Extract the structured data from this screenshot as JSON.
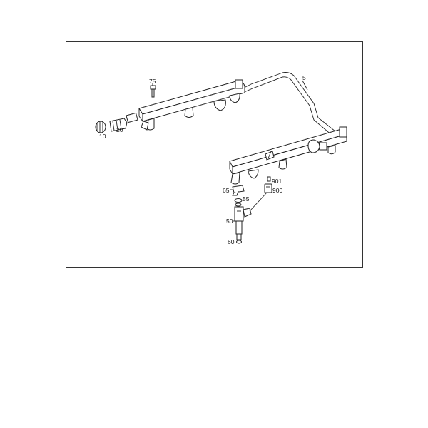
{
  "diagram": {
    "callouts": {
      "c5": "5",
      "c10": "10",
      "c20": "20",
      "c50": "50",
      "c55": "55",
      "c60": "60",
      "c65": "65",
      "c75": "75",
      "c900": "900",
      "c901": "901"
    },
    "colors": {
      "line": "#222222",
      "frame": "#333333",
      "background": "#ffffff"
    }
  }
}
